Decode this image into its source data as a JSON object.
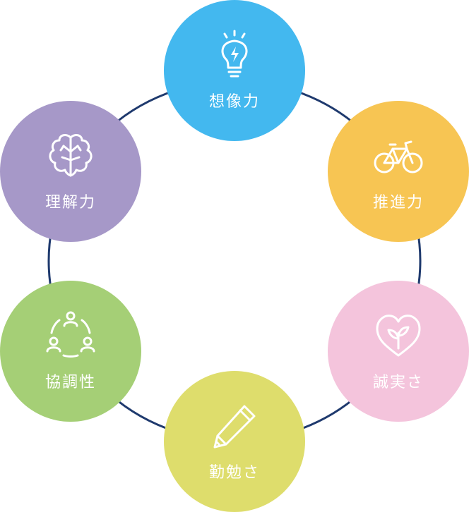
{
  "ring_color": "#1f3a6e",
  "icon_color": "#ffffff",
  "nodes": [
    {
      "id": "imagination",
      "label": "想像力",
      "icon": "lightbulb-icon",
      "color": "#43b8ef"
    },
    {
      "id": "drive",
      "label": "推進力",
      "icon": "bicycle-icon",
      "color": "#f7c553"
    },
    {
      "id": "sincerity",
      "label": "誠実さ",
      "icon": "heart-sprout-icon",
      "color": "#f4c4dc"
    },
    {
      "id": "diligence",
      "label": "勤勉さ",
      "icon": "pencil-icon",
      "color": "#dedd6c"
    },
    {
      "id": "cooperation",
      "label": "協調性",
      "icon": "team-cycle-icon",
      "color": "#a5cf76"
    },
    {
      "id": "understanding",
      "label": "理解力",
      "icon": "brain-icon",
      "color": "#a698c8"
    }
  ]
}
